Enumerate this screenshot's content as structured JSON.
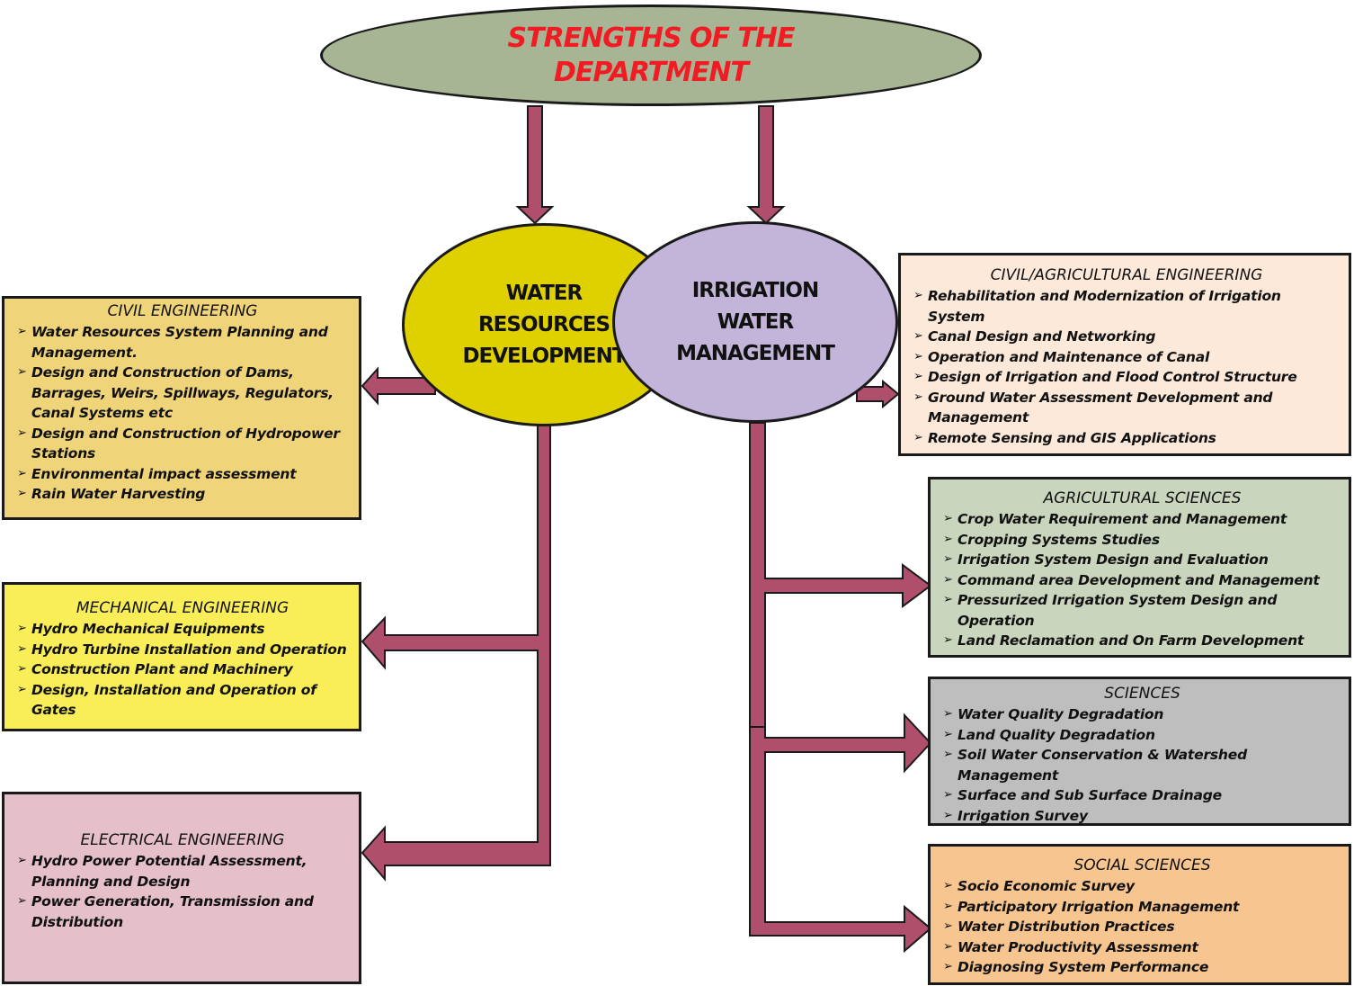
{
  "title": [
    "STRENGTHS OF THE",
    "DEPARTMENT"
  ],
  "hubs": {
    "water_resources": [
      "WATER",
      "RESOURCES",
      "DEVELOPMENT"
    ],
    "irrigation": [
      "IRRIGATION",
      "WATER",
      "MANAGEMENT"
    ]
  },
  "boxes": {
    "civil": {
      "title": "CIVIL ENGINEERING",
      "items": [
        "Water Resources System Planning and Management.",
        "Design and Construction of Dams, Barrages, Weirs, Spillways, Regulators, Canal Systems etc",
        "Design and Construction of Hydropower Stations",
        "Environmental impact assessment",
        "Rain Water Harvesting"
      ]
    },
    "mechanical": {
      "title": "MECHANICAL ENGINEERING",
      "items": [
        "Hydro Mechanical Equipments",
        "Hydro Turbine Installation and Operation",
        "Construction Plant and Machinery",
        "Design, Installation and Operation of Gates"
      ]
    },
    "electrical": {
      "title": "ELECTRICAL ENGINEERING",
      "items": [
        "Hydro Power Potential Assessment, Planning and Design",
        "Power Generation, Transmission and Distribution"
      ]
    },
    "civil_agri": {
      "title": "CIVIL/AGRICULTURAL ENGINEERING",
      "items": [
        "Rehabilitation and Modernization of Irrigation System",
        "Canal Design and Networking",
        "Operation and Maintenance of Canal",
        "Design of Irrigation and Flood Control Structure",
        "Ground Water Assessment Development and Management",
        "Remote Sensing and GIS Applications"
      ]
    },
    "agricultural": {
      "title": "AGRICULTURAL SCIENCES",
      "items": [
        "Crop Water Requirement and Management",
        "Cropping Systems Studies",
        "Irrigation System Design and Evaluation",
        "Command area Development and Management",
        "Pressurized Irrigation System Design and Operation",
        "Land Reclamation and On Farm Development"
      ]
    },
    "sciences": {
      "title": "SCIENCES",
      "items": [
        "Water Quality Degradation",
        "Land Quality Degradation",
        "Soil Water Conservation & Watershed Management",
        "Surface and Sub Surface Drainage",
        "Irrigation Survey"
      ]
    },
    "social": {
      "title": "SOCIAL SCIENCES",
      "items": [
        "Socio Economic Survey",
        "Participatory Irrigation Management",
        "Water Distribution Practices",
        "Water Productivity Assessment",
        "Diagnosing System Performance"
      ]
    }
  },
  "colors": {
    "title_oval": "#a8b595",
    "title_text": "#ef1c24",
    "water_resources": "#dfd000",
    "irrigation": "#c3b5d9",
    "connector": "#b04f6c",
    "civil": "#f0d479",
    "mechanical": "#faee58",
    "electrical": "#e5bfca",
    "civil_agri": "#fde9d9",
    "agricultural": "#c9d5bd",
    "sciences": "#bebebe",
    "social": "#f7c58f"
  }
}
